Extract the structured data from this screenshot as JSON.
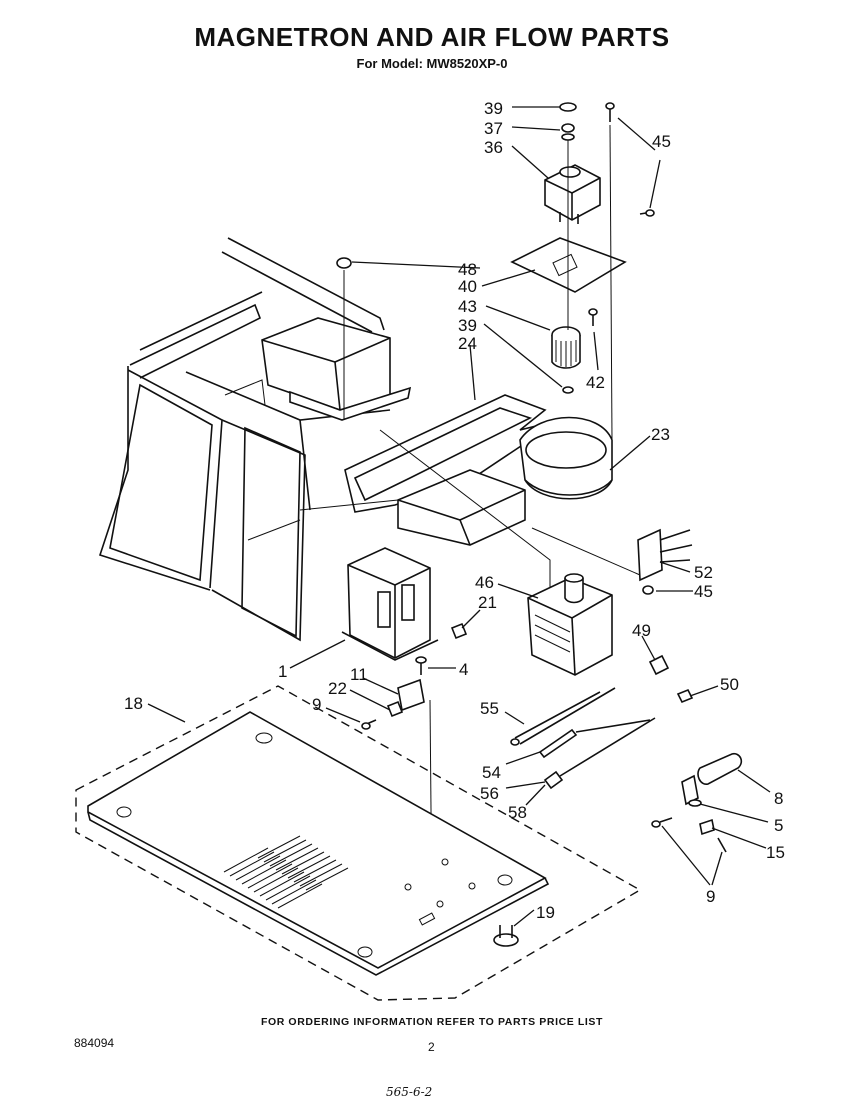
{
  "header": {
    "title": "MAGNETRON AND AIR FLOW PARTS",
    "subtitle": "For Model: MW8520XP-0"
  },
  "callouts": [
    {
      "id": "c39a",
      "text": "39"
    },
    {
      "id": "c37",
      "text": "37"
    },
    {
      "id": "c36",
      "text": "36"
    },
    {
      "id": "c45a",
      "text": "45"
    },
    {
      "id": "c48",
      "text": "48"
    },
    {
      "id": "c40",
      "text": "40"
    },
    {
      "id": "c43",
      "text": "43"
    },
    {
      "id": "c39b",
      "text": "39"
    },
    {
      "id": "c24",
      "text": "24"
    },
    {
      "id": "c42",
      "text": "42"
    },
    {
      "id": "c23",
      "text": "23"
    },
    {
      "id": "c52",
      "text": "52"
    },
    {
      "id": "c45b",
      "text": "45"
    },
    {
      "id": "c46",
      "text": "46"
    },
    {
      "id": "c21",
      "text": "21"
    },
    {
      "id": "c1",
      "text": "1"
    },
    {
      "id": "c4",
      "text": "4"
    },
    {
      "id": "c49",
      "text": "49"
    },
    {
      "id": "c11",
      "text": "11"
    },
    {
      "id": "c50",
      "text": "50"
    },
    {
      "id": "c22",
      "text": "22"
    },
    {
      "id": "c9a",
      "text": "9"
    },
    {
      "id": "c18",
      "text": "18"
    },
    {
      "id": "c55",
      "text": "55"
    },
    {
      "id": "c54",
      "text": "54"
    },
    {
      "id": "c56",
      "text": "56"
    },
    {
      "id": "c58",
      "text": "58"
    },
    {
      "id": "c8",
      "text": "8"
    },
    {
      "id": "c5",
      "text": "5"
    },
    {
      "id": "c15",
      "text": "15"
    },
    {
      "id": "c9b",
      "text": "9"
    },
    {
      "id": "c19",
      "text": "19"
    }
  ],
  "footer": {
    "ordering_note": "FOR ORDERING INFORMATION REFER TO PARTS PRICE LIST",
    "doc_number": "884094",
    "page_number": "2",
    "handwritten_note": "565-6-2"
  }
}
